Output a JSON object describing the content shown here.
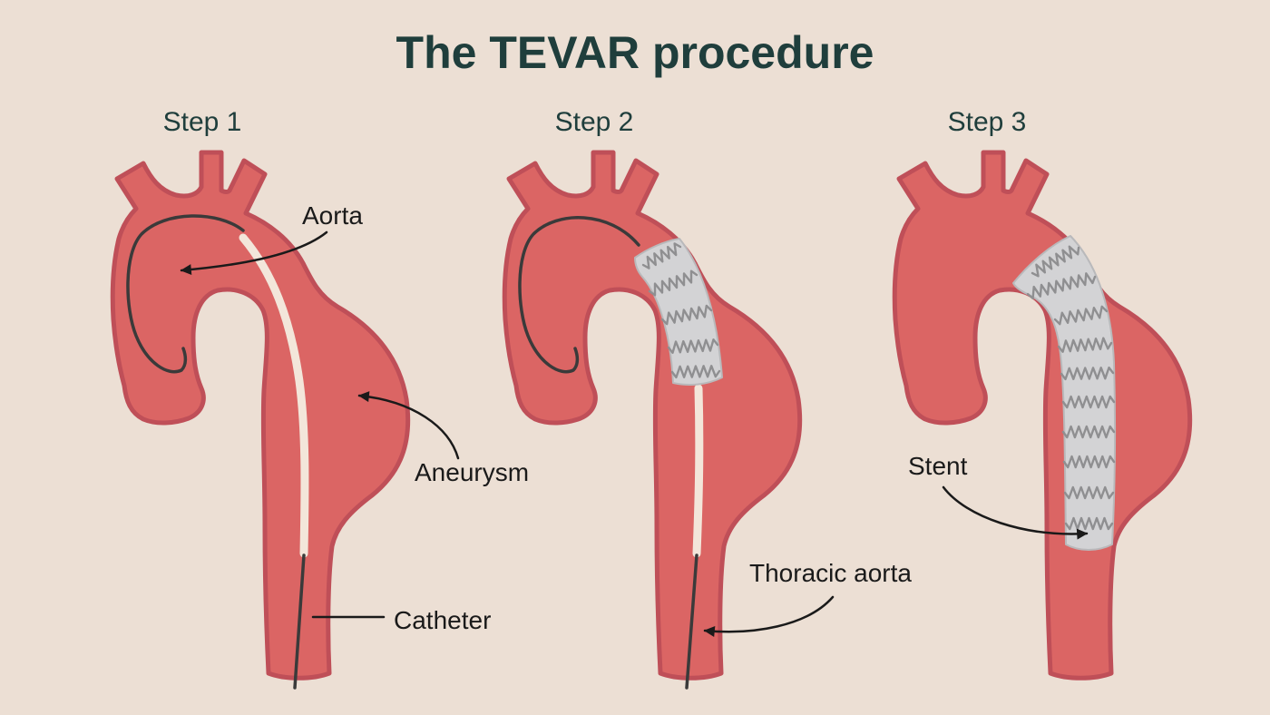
{
  "title": "The TEVAR procedure",
  "steps": [
    {
      "label": "Step 1"
    },
    {
      "label": "Step 2"
    },
    {
      "label": "Step 3"
    }
  ],
  "labels": {
    "aorta": "Aorta",
    "aneurysm": "Aneurysm",
    "catheter": "Catheter",
    "thoracic_aorta": "Thoracic aorta",
    "stent": "Stent"
  },
  "colors": {
    "background": "#ECDFD4",
    "title": "#1F3E3C",
    "vessel": "#DB6564",
    "vessel_edge": "#BF4F58",
    "catheter": "#F3E6DA",
    "wire": "#3A3A3A",
    "stent": "#D3D3D5",
    "stent_edge": "#B9B9BB",
    "stent_spring": "#8F8F91",
    "label": "#1A1A1A"
  }
}
